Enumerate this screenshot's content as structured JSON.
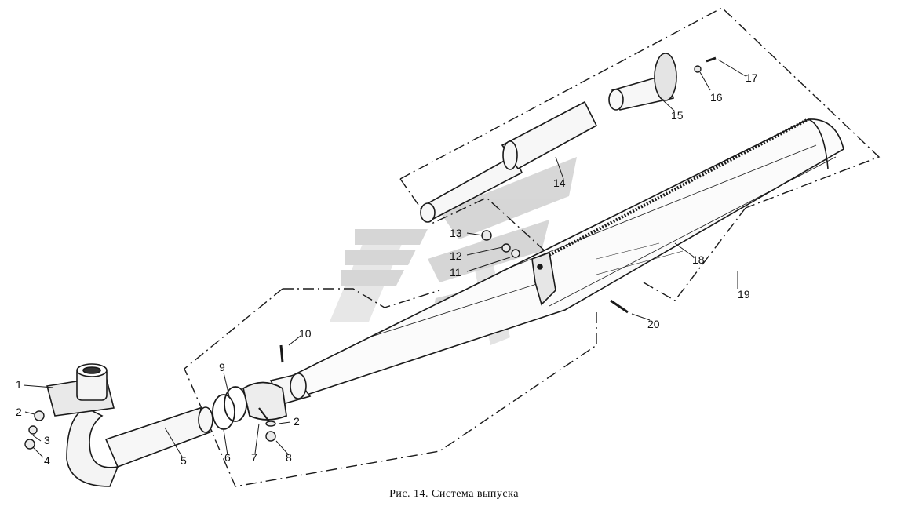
{
  "caption": "Рис. 14. Система выпуска",
  "callouts": {
    "c1": "1",
    "c2a": "2",
    "c3": "3",
    "c4": "4",
    "c5": "5",
    "c6": "6",
    "c7": "7",
    "c8": "8",
    "c9": "9",
    "c10": "10",
    "c2b": "2",
    "c11": "11",
    "c12": "12",
    "c13": "13",
    "c14": "14",
    "c15": "15",
    "c16": "16",
    "c17": "17",
    "c18": "18",
    "c19": "19",
    "c20": "20"
  },
  "colors": {
    "ink": "#1a1a1a",
    "watermark": "#c9c9c9",
    "paper": "#ffffff"
  }
}
